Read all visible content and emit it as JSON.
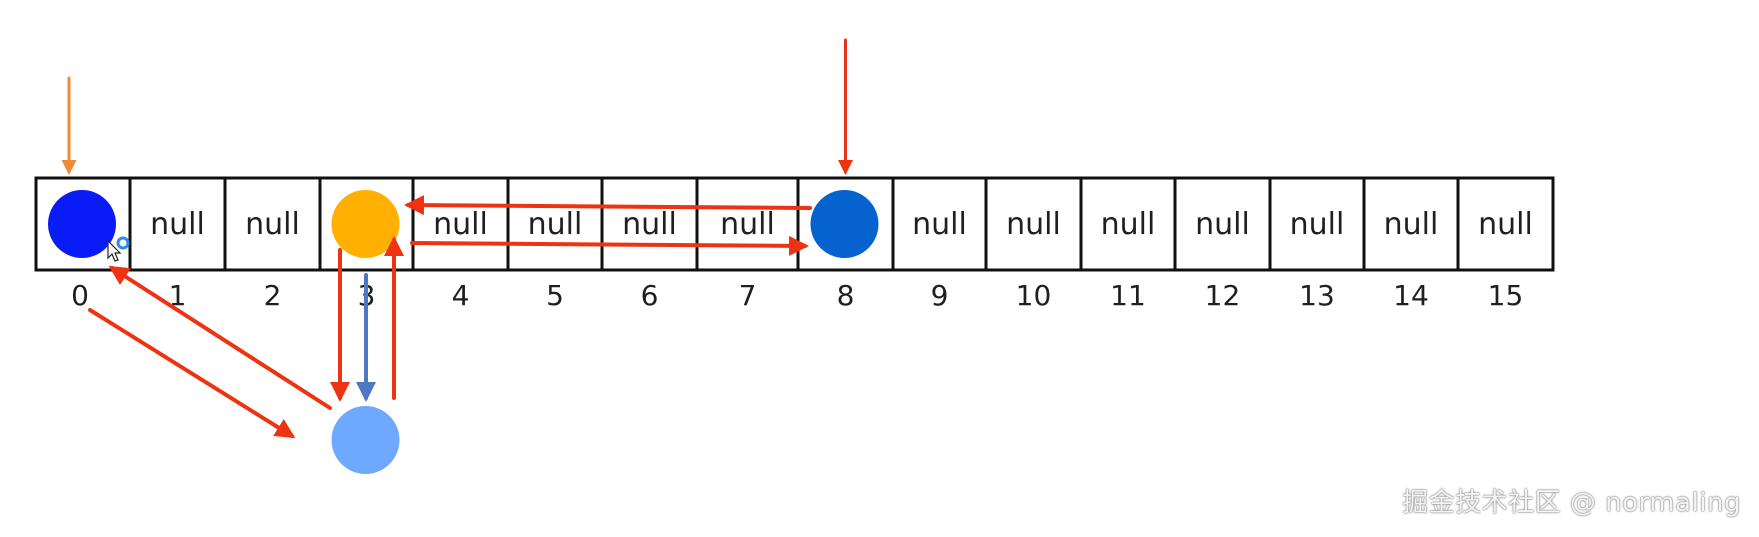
{
  "array": {
    "slots": [
      {
        "index": "0",
        "content": "node",
        "color": "#0a1cf5"
      },
      {
        "index": "1",
        "content": "null"
      },
      {
        "index": "2",
        "content": "null"
      },
      {
        "index": "3",
        "content": "node",
        "color": "#ffb000"
      },
      {
        "index": "4",
        "content": "null"
      },
      {
        "index": "5",
        "content": "null"
      },
      {
        "index": "6",
        "content": "null"
      },
      {
        "index": "7",
        "content": "null"
      },
      {
        "index": "8",
        "content": "node",
        "color": "#0562cf"
      },
      {
        "index": "9",
        "content": "null"
      },
      {
        "index": "10",
        "content": "null"
      },
      {
        "index": "11",
        "content": "null"
      },
      {
        "index": "12",
        "content": "null"
      },
      {
        "index": "13",
        "content": "null"
      },
      {
        "index": "14",
        "content": "null"
      },
      {
        "index": "15",
        "content": "null"
      }
    ]
  },
  "detached_node": {
    "color": "#6fa8ff",
    "below_index": 3
  },
  "pointer_markers": [
    {
      "at_index": 0,
      "color": "#f08a3a"
    },
    {
      "at_index": 8,
      "color": "#e8321a"
    }
  ],
  "arrow_colors": {
    "primary": "#ee3312",
    "link": "#4f78c4",
    "pointer_orange": "#f08a3a"
  },
  "watermark": "掘金技术社区 @ normaling"
}
